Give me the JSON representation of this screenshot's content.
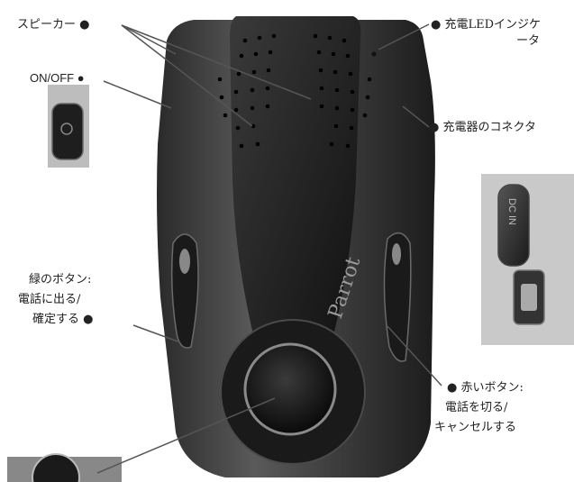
{
  "labels": {
    "speaker": "スピーカー ●",
    "led_line1": "● 充電LEDインジケ",
    "led_line2": "ータ",
    "onoff": "ON/OFF ●",
    "connector": "● 充電器のコネクタ",
    "green_line1": "緑のボタン:",
    "green_line2": "電話に出る/",
    "green_line3": "確定する ●",
    "red_line1": "● 赤いボタン:",
    "red_line2": "電話を切る/",
    "red_line3": "キャンセルする"
  },
  "device": {
    "brand": "Parrot",
    "dcin": "DC IN"
  }
}
